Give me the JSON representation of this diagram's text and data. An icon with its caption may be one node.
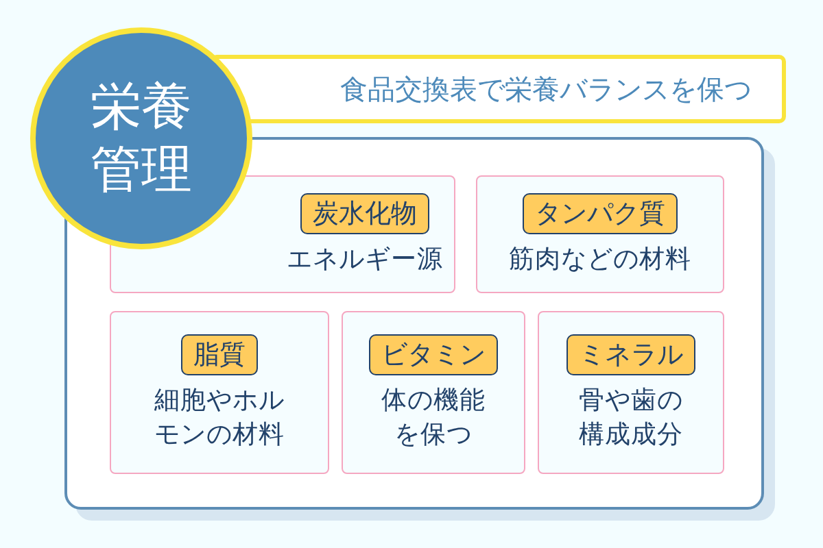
{
  "diagram": {
    "nodes": [
      {
        "text": [
          "栄養管理"
        ]
      },
      {
        "text": [
          "食品交換表で栄養バランスを保つ"
        ]
      },
      {
        "text": [],
        "shape": "box"
      },
      {
        "text": [
          "炭水化物",
          "エネルギー源"
        ],
        "in": 2
      },
      {
        "text": [
          "タンパク質",
          "筋肉などの材料"
        ],
        "in": 2
      },
      {
        "text": [
          "脂質",
          "細胞やホルモンの材料"
        ],
        "in": 2
      },
      {
        "text": [
          "ビタミン",
          "体の機能を保つ"
        ],
        "in": 2
      },
      {
        "text": [
          "ミネラル",
          "骨や歯の構成成分"
        ],
        "in": 2
      }
    ]
  }
}
